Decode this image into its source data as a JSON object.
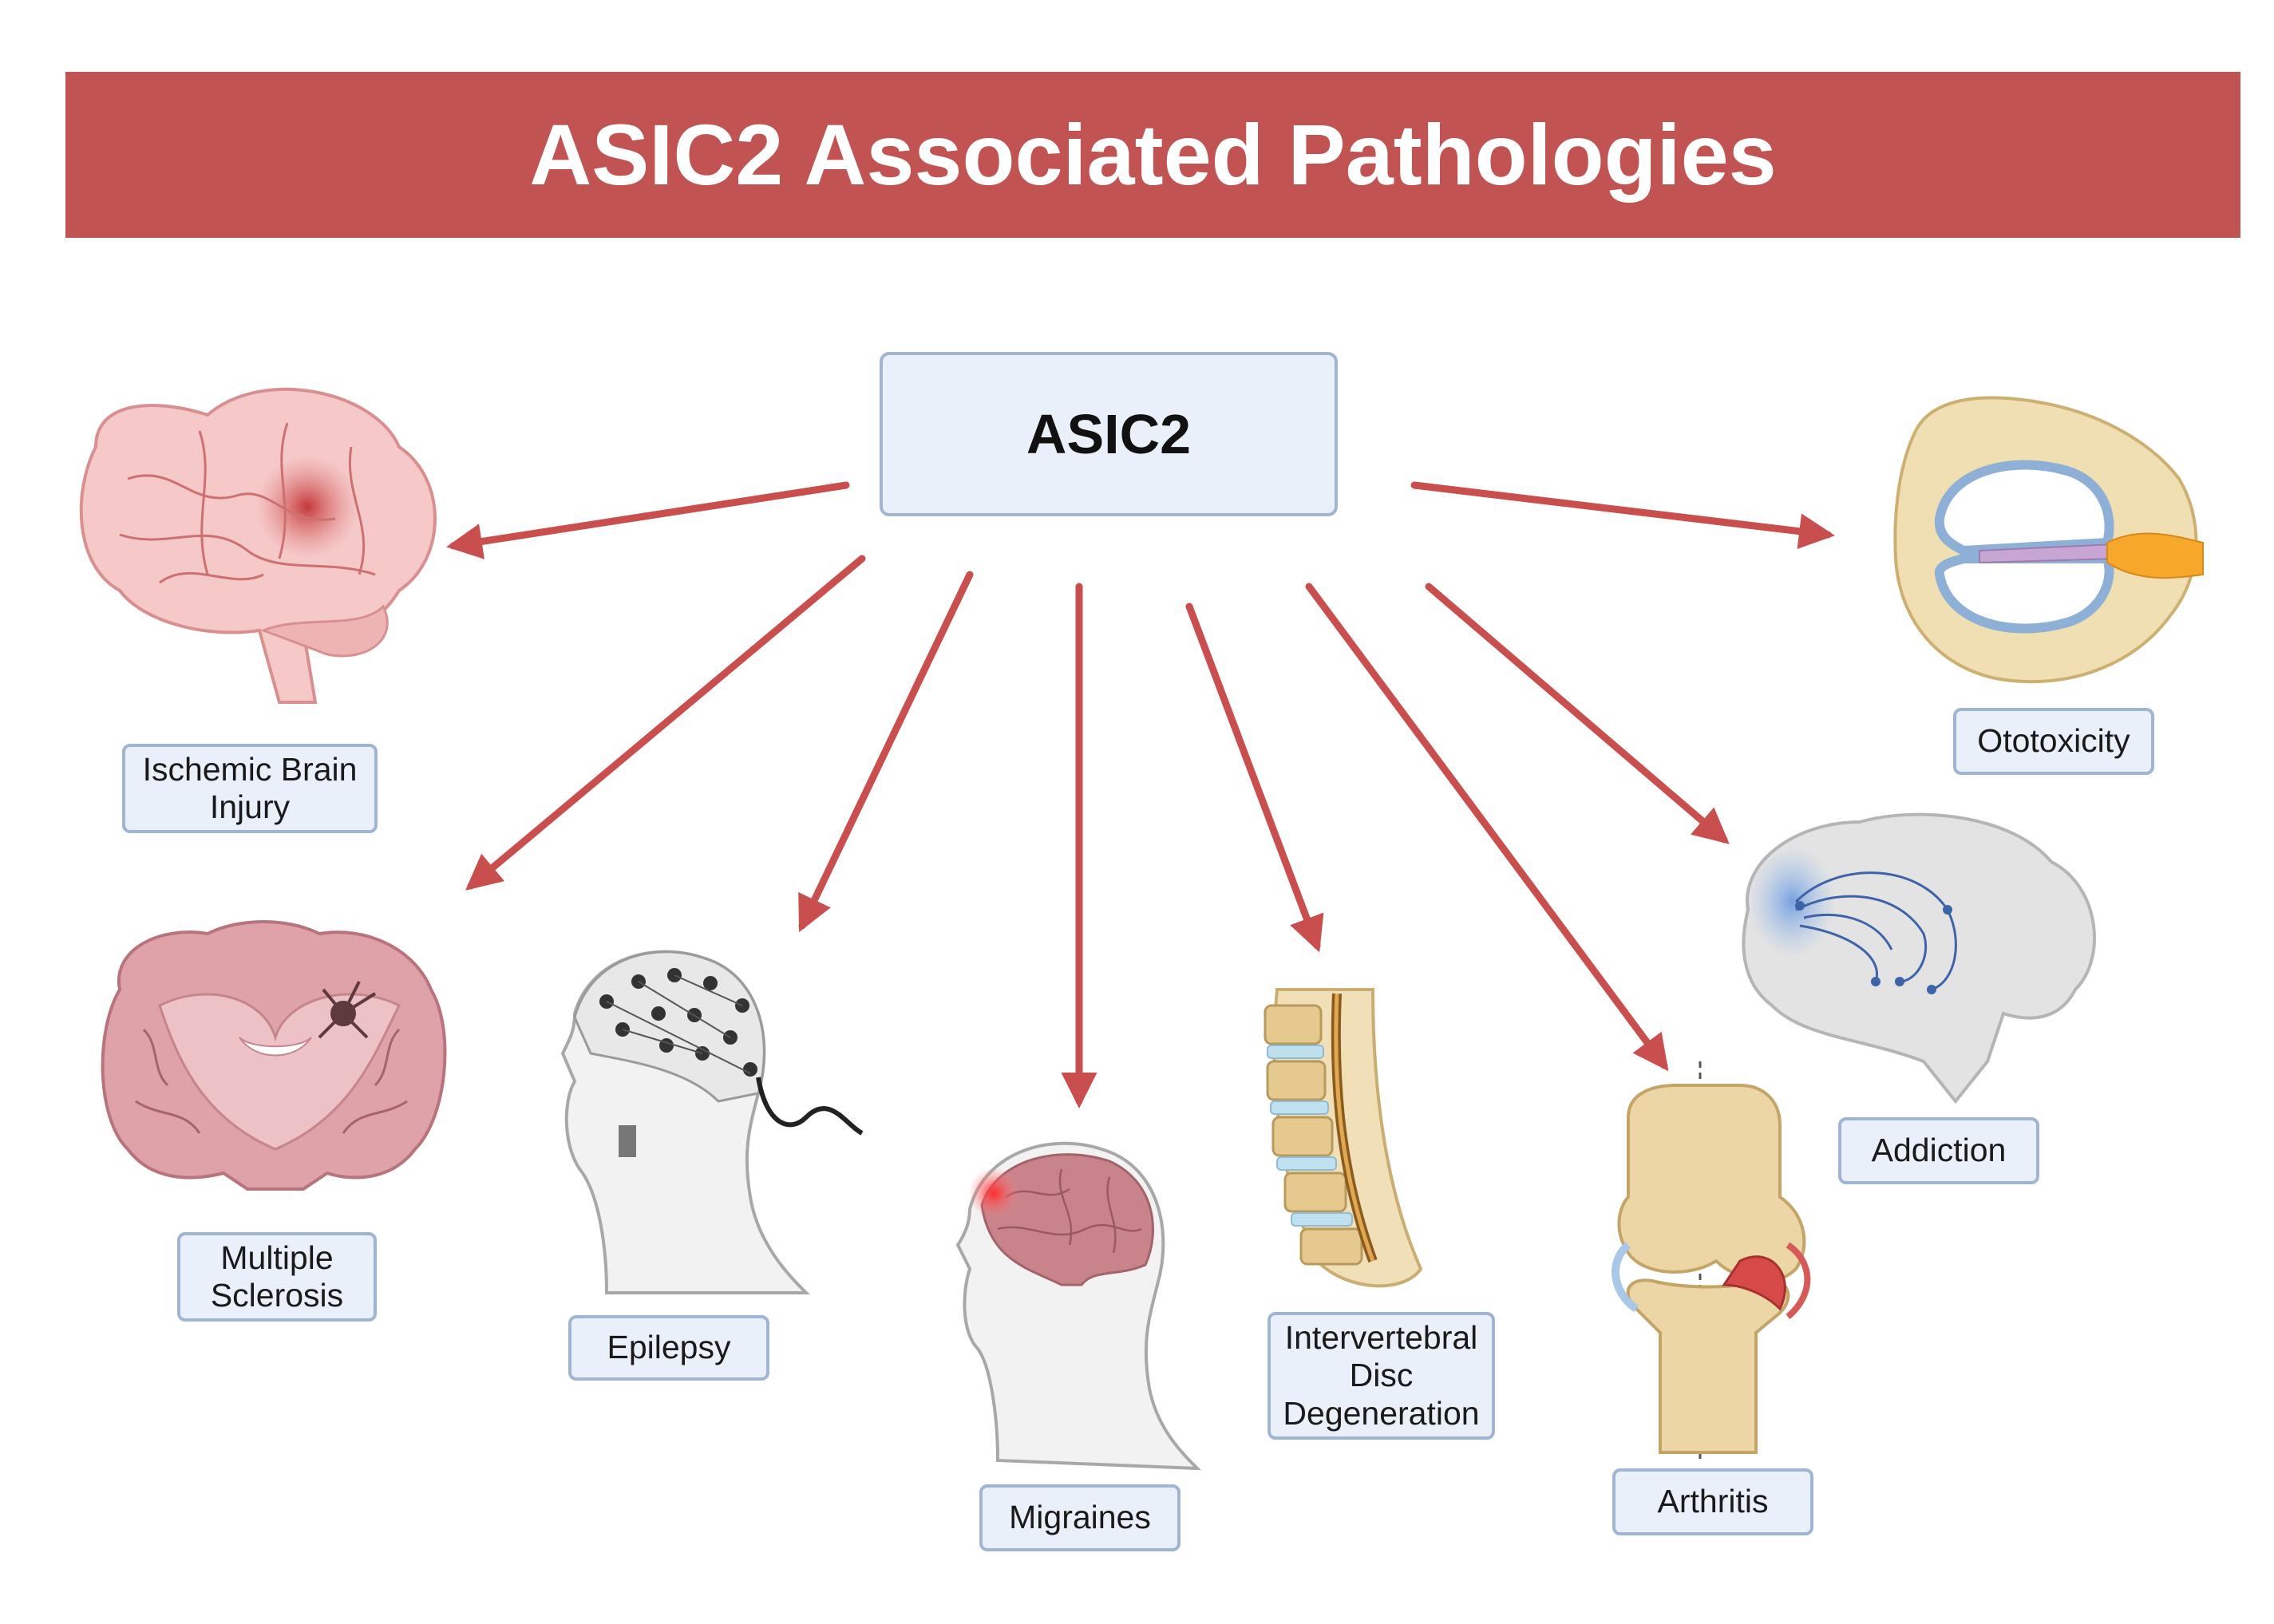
{
  "title": "ASIC2 Associated Pathologies",
  "hub": {
    "label": "ASIC2"
  },
  "pathologies": [
    {
      "id": "ischemic",
      "label": "Ischemic Brain Injury",
      "icon": "brain-lesion-icon"
    },
    {
      "id": "ms",
      "label": "Multiple Sclerosis",
      "icon": "brain-coronal-section-icon"
    },
    {
      "id": "epilepsy",
      "label": "Epilepsy",
      "icon": "eeg-head-icon"
    },
    {
      "id": "migraines",
      "label": "Migraines",
      "icon": "head-pain-icon"
    },
    {
      "id": "disc",
      "label": "Intervertebral Disc Degeneration",
      "icon": "spine-icon"
    },
    {
      "id": "arthritis",
      "label": "Arthritis",
      "icon": "knee-joint-icon"
    },
    {
      "id": "addiction",
      "label": "Addiction",
      "icon": "brain-reward-pathway-icon"
    },
    {
      "id": "ototoxicity",
      "label": "Ototoxicity",
      "icon": "cochlea-icon"
    }
  ],
  "colors": {
    "banner": "#c25353",
    "arrow": "#c94f4f",
    "label_fill": "#e9f0fa",
    "label_border": "#9fb5d3"
  }
}
